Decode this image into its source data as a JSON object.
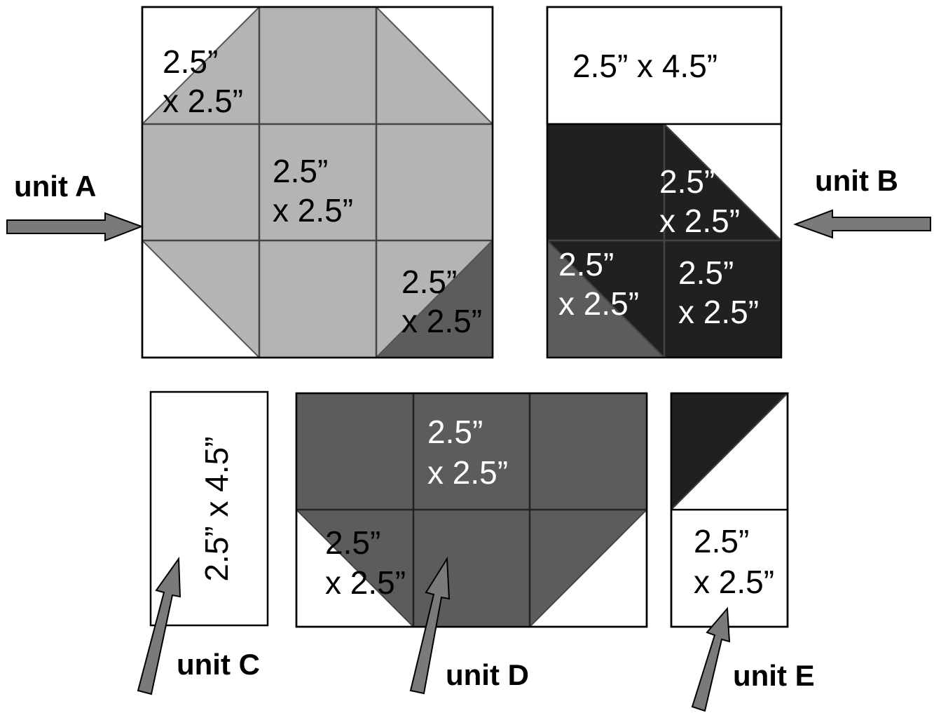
{
  "colors": {
    "light_gray": "#b4b4b4",
    "medium_gray": "#5c5c5c",
    "dark": "#202020",
    "white": "#ffffff",
    "arrow_fill": "#7a7a7a"
  },
  "unit_labels": {
    "a": "unit A",
    "b": "unit B",
    "c": "unit C",
    "d": "unit D",
    "e": "unit E"
  },
  "dimension_labels": {
    "square_line1": "2.5”",
    "square_line2": "x 2.5”",
    "rect_2_5_x_4_5": "2.5” x 4.5”"
  }
}
